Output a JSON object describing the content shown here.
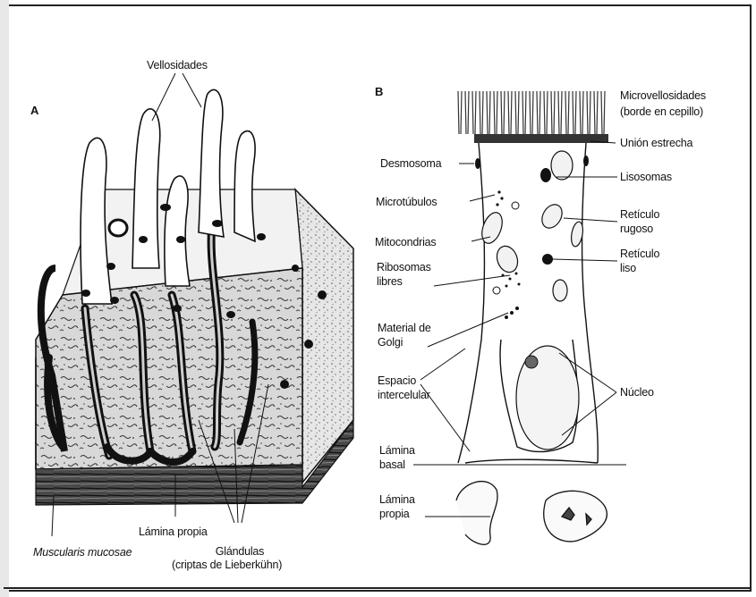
{
  "panel_a": {
    "letter": "A",
    "labels": {
      "vellosidades": "Vellosidades",
      "lamina_propia": "Lámina propia",
      "glandulas_line1": "Glándulas",
      "glandulas_line2": "(criptas de Lieberkühn)",
      "muscularis_italic": "Muscularis mucosae"
    }
  },
  "panel_b": {
    "letter": "B",
    "labels": {
      "microvellosidades_line1": "Microvellosidades",
      "microvellosidades_line2": "(borde en cepillo)",
      "union_estrecha": "Unión estrecha",
      "desmosoma": "Desmosoma",
      "lisosomas": "Lisosomas",
      "microtubulos": "Microtúbulos",
      "reticulo_rugoso_line1": "Retículo",
      "reticulo_rugoso_line2": "rugoso",
      "mitocondrias": "Mitocondrias",
      "reticulo_liso_line1": "Retículo",
      "reticulo_liso_line2": "liso",
      "ribosomas_line1": "Ribosomas",
      "ribosomas_line2": "libres",
      "golgi_line1": "Material de",
      "golgi_line2": "Golgi",
      "espacio_line1": "Espacio",
      "espacio_line2": "intercelular",
      "nucleo": "Núcleo",
      "lamina_basal_line1": "Lámina",
      "lamina_basal_line2": "basal",
      "lamina_propia_line1": "Lámina",
      "lamina_propia_line2": "propia"
    }
  },
  "colors": {
    "ink": "#111111",
    "stipple_fill": "#dcdcdc",
    "muscle_fill": "#3a3a3a",
    "gland_lining": "#1a1a1a",
    "paper": "#ffffff"
  }
}
